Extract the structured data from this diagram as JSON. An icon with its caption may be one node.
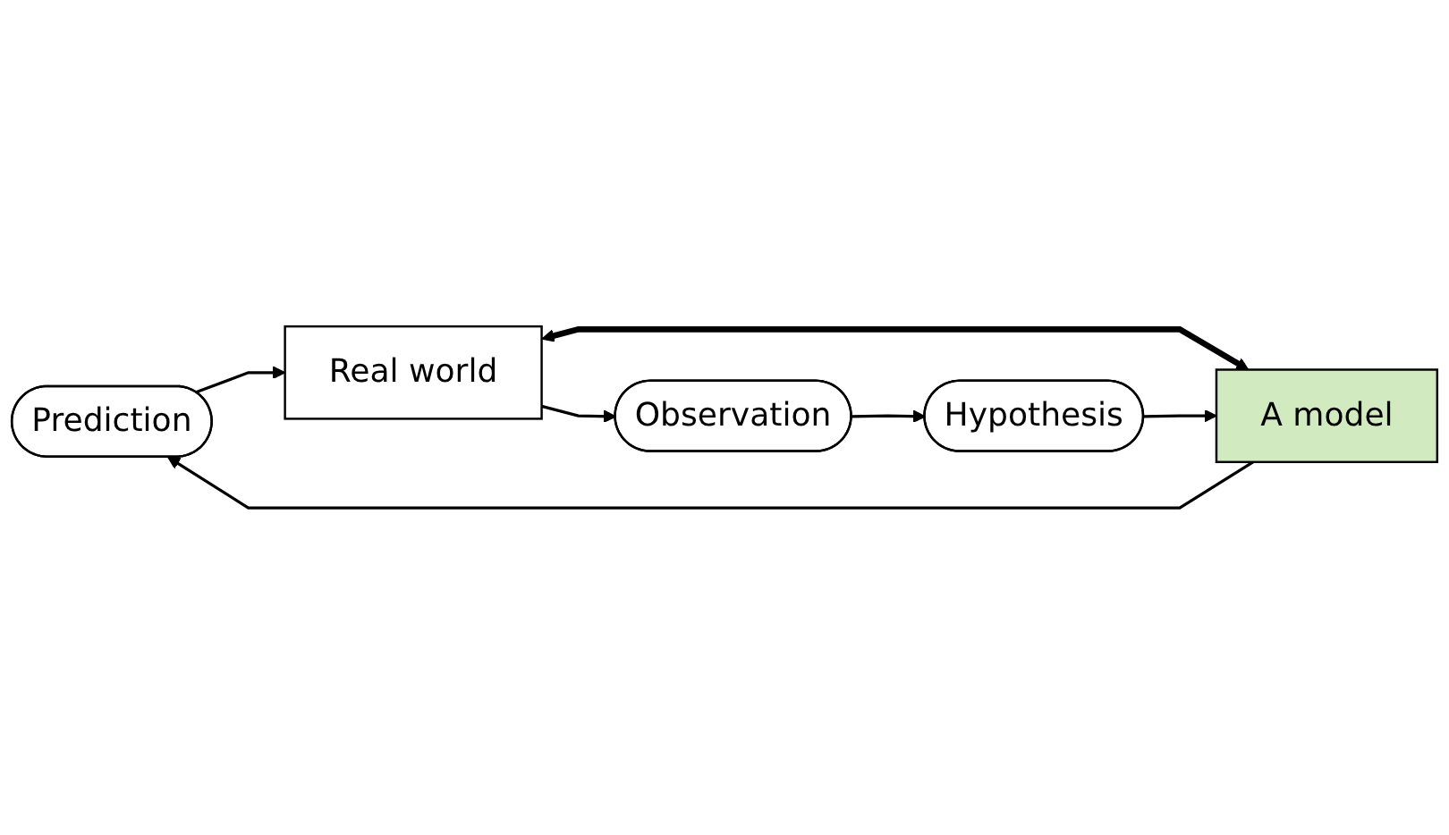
{
  "diagram": {
    "nodes": [
      {
        "text": [
          "Prediction"
        ]
      },
      {
        "text": [
          "Real world"
        ]
      },
      {
        "text": [
          "A model"
        ]
      },
      {
        "text": [
          "Observation"
        ]
      },
      {
        "text": [
          "Hypothesis"
        ]
      }
    ],
    "edges": [
      {
        "from": 0,
        "to": 1,
        "arrow": "to"
      },
      {
        "from": 1,
        "to": 2,
        "arrow": "both",
        "style": "thick"
      },
      {
        "from": 1,
        "to": 3,
        "arrow": "to"
      },
      {
        "from": 3,
        "to": 4,
        "arrow": "to"
      },
      {
        "from": 4,
        "to": 2,
        "arrow": "to"
      },
      {
        "from": 2,
        "to": 0,
        "arrow": "to"
      }
    ]
  }
}
